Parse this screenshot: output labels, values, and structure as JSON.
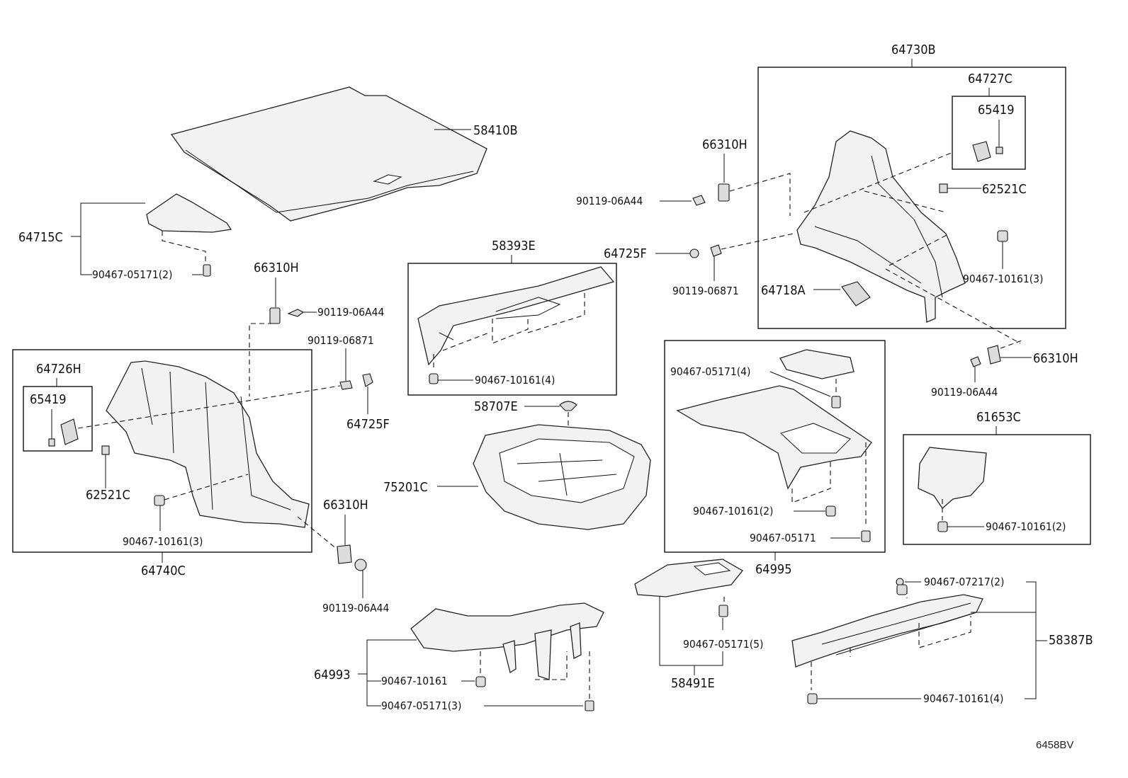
{
  "figure_code": "6458BV",
  "part_labels": {
    "p58410B": "58410B",
    "p64715C": "64715C",
    "p90467_05171_2": "90467-05171(2)",
    "p66310H_a": "66310H",
    "p90119_06A44_a": "90119-06A44",
    "p90119_06871_a": "90119-06871",
    "p64725F_a": "64725F",
    "p64726H": "64726H",
    "p65419_a": "65419",
    "p62521C_a": "62521C",
    "p90467_10161_3_a": "90467-10161(3)",
    "p64740C": "64740C",
    "p66310H_b": "66310H",
    "p90119_06A44_b": "90119-06A44",
    "p58393E": "58393E",
    "p90467_10161_4_a": "90467-10161(4)",
    "p58707E": "58707E",
    "p75201C": "75201C",
    "p64993": "64993",
    "p90467_10161": "90467-10161",
    "p90467_05171_3": "90467-05171(3)",
    "p66310H_c": "66310H",
    "p90119_06A44_c": "90119-06A44",
    "p64725F_b": "64725F",
    "p90119_06871_b": "90119-06871",
    "p64730B": "64730B",
    "p64727C": "64727C",
    "p65419_b": "65419",
    "p62521C_b": "62521C",
    "p90467_10161_3_b": "90467-10161(3)",
    "p64718A": "64718A",
    "p66310H_d": "66310H",
    "p90119_06A44_d": "90119-06A44",
    "p90467_05171_4": "90467-05171(4)",
    "p90467_10161_2_a": "90467-10161(2)",
    "p90467_05171": "90467-05171",
    "p64995": "64995",
    "p61653C": "61653C",
    "p90467_10161_2_b": "90467-10161(2)",
    "p58491E": "58491E",
    "p90467_05171_5": "90467-05171(5)",
    "p90467_07217_2": "90467-07217(2)",
    "p58387B": "58387B",
    "p90467_10161_4_b": "90467-10161(4)"
  }
}
